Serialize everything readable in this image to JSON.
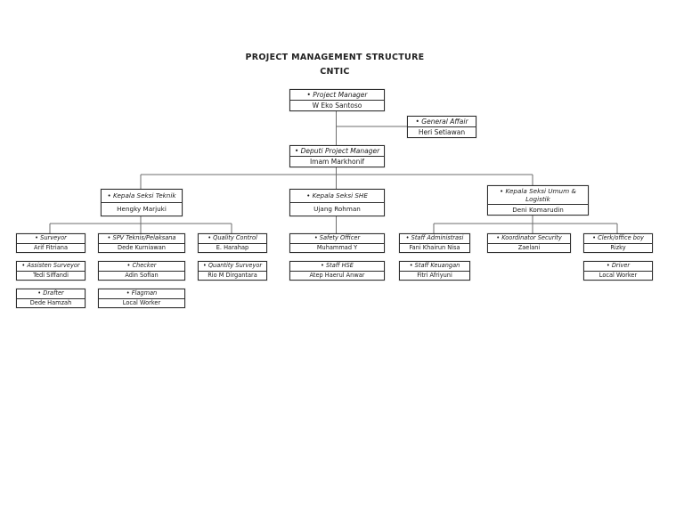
{
  "header": {
    "line1": "PROJECT MANAGEMENT STRUCTURE",
    "line2": "CNTIC"
  },
  "nodes": {
    "project_manager": {
      "role": "• Project Manager",
      "name": "W Eko Santoso"
    },
    "general_affair": {
      "role": "• General Affair",
      "name": "Heri Setiawan"
    },
    "deputy_project_manager": {
      "role": "• Deputi Project Manager",
      "name": "Imam Markhonif"
    },
    "kepala_seksi_teknik": {
      "role": "• Kepala Seksi Teknik",
      "name": "Hengky Marjuki"
    },
    "kepala_seksi_she": {
      "role": "• Kepala Seksi SHE",
      "name": "Ujang Rohman"
    },
    "kepala_seksi_umum_logistik": {
      "role": "• Kepala Seksi Umum & Logistik",
      "name": "Deni Komarudin"
    },
    "surveyor": {
      "role": "• Surveyor",
      "name": "Arif Fitriana"
    },
    "spv_teknis_pelaksana": {
      "role": "• SPV Teknis/Pelaksana",
      "name": "Dede Kurniawan"
    },
    "quality_control": {
      "role": "• Quality Control",
      "name": "E. Harahap"
    },
    "safety_officer": {
      "role": "• Safety Officer",
      "name": "Muhammad Y"
    },
    "staff_administrasi": {
      "role": "• Staff Administrasi",
      "name": "Fani Khairun Nisa"
    },
    "koordinator_security": {
      "role": "• Koordinator Security",
      "name": "Zaelani"
    },
    "clerk_office_boy": {
      "role": "• Clerk/office boy",
      "name": "Rizky"
    },
    "assisten_surveyor": {
      "role": "• Assisten Surveyor",
      "name": "Tedi Siffandi"
    },
    "checker": {
      "role": "• Checker",
      "name": "Adin Sofian"
    },
    "quantity_surveyor": {
      "role": "• Quantity Surveyor",
      "name": "Rio M Dirgantara"
    },
    "staff_hse": {
      "role": "• Staff HSE",
      "name": "Atep Haerul Anwar"
    },
    "staff_keuangan": {
      "role": "• Staff Keuangan",
      "name": "Fitri Afriyuni"
    },
    "driver": {
      "role": "• Driver",
      "name": "Local Worker"
    },
    "drafter": {
      "role": "• Drafter",
      "name": "Dede Hamzah"
    },
    "flagman": {
      "role": "• Flagman",
      "name": "Local Worker"
    }
  },
  "colors": {
    "box_border": "#2e2e2e",
    "connector": "#6e6e6e",
    "text": "#1a1a1a",
    "background": "#ffffff"
  }
}
